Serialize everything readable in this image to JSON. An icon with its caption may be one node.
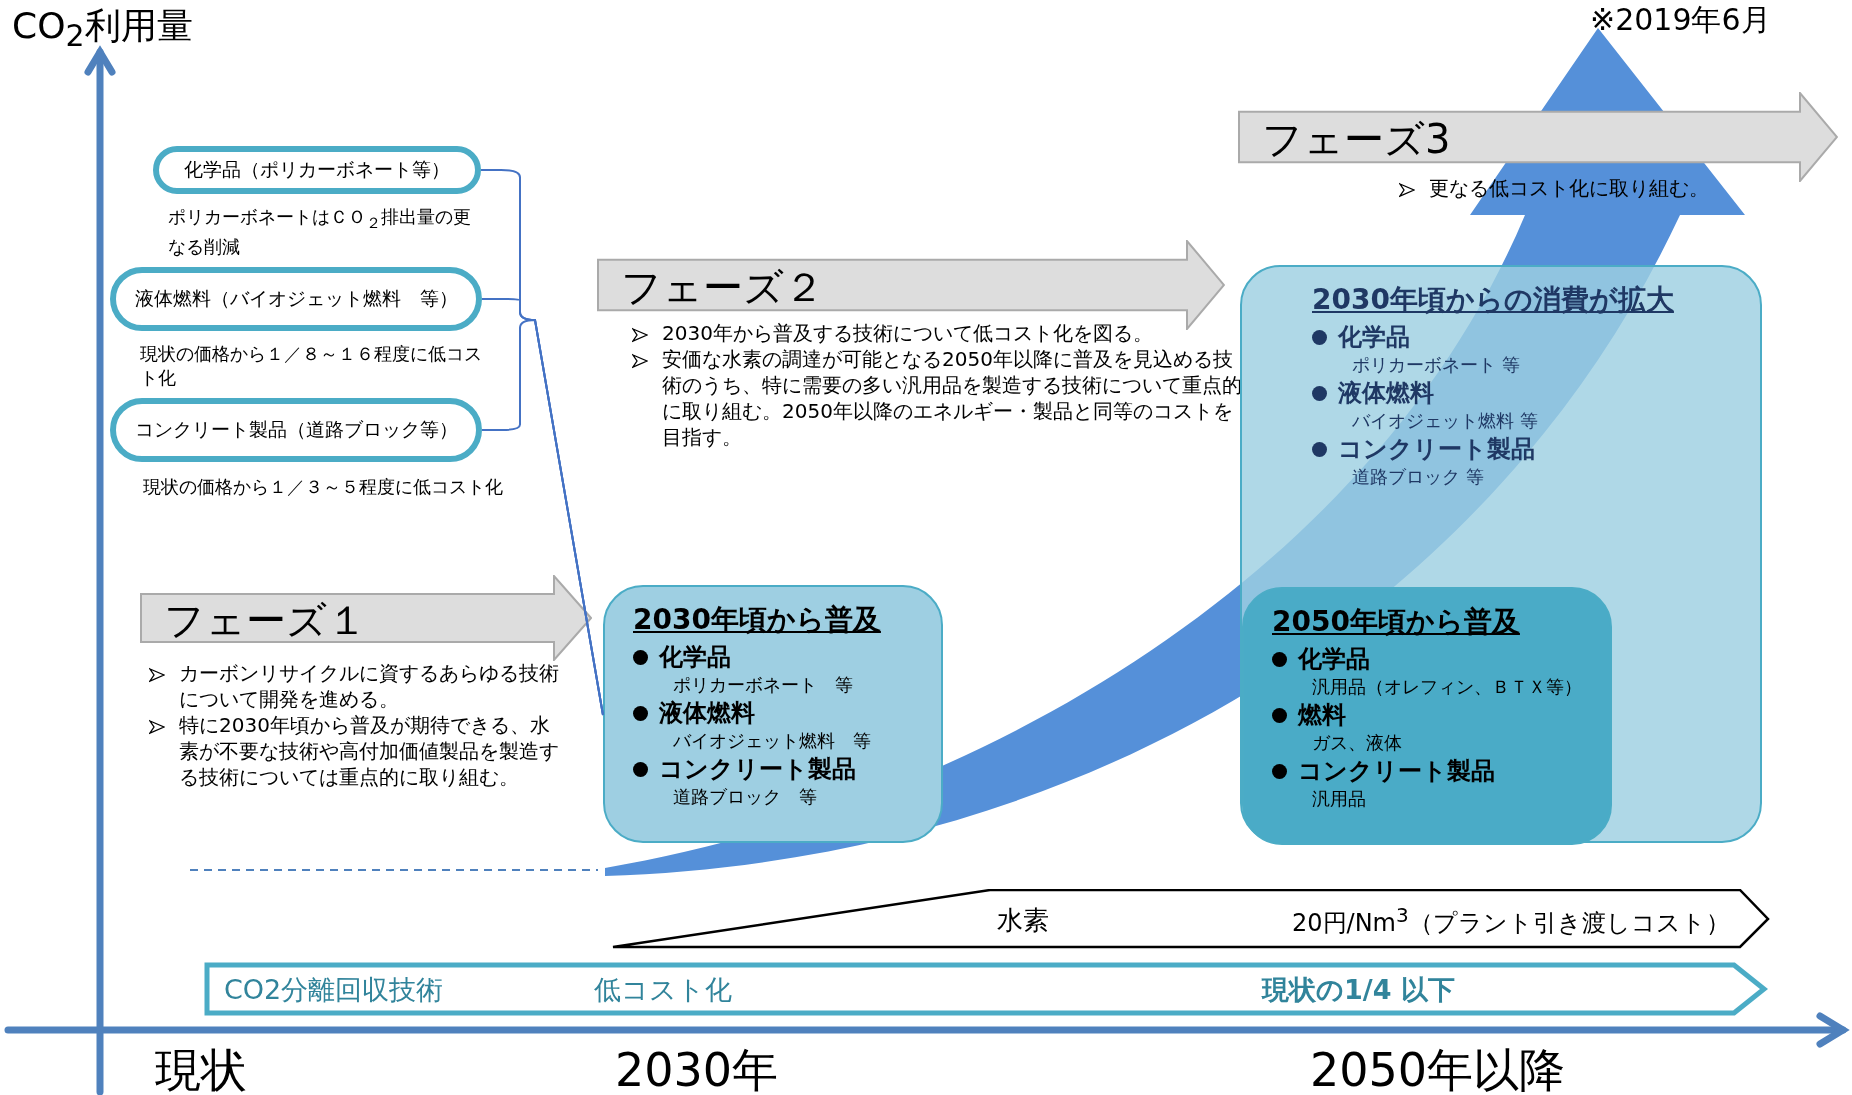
{
  "diagram": {
    "nodes": [
      {
        "text": [
          "化学品（ポリカーボネート等）"
        ],
        "beside": [
          "ポリカーボネートはＣＯ$_{２}$排出量の更なる削減"
        ]
      },
      {
        "text": [
          "液体燃料（バイオジェット燃料　等）"
        ],
        "beside": [
          "現状の価格から１／８～１６程度に低コスト化"
        ]
      },
      {
        "text": [
          "コンクリート製品（道路ブロック等）"
        ],
        "beside": [
          "現状の価格から１／３～５程度に低コスト化"
        ]
      },
      {
        "text": [
          "フェーズ１"
        ],
        "beside": [
          "カーボンリサイクルに資するあらゆる技術について開発を進める。",
          "特に2030年頃から普及が期待できる、水素が不要な技術や高付加価値製品を製造する技術については重点的に取り組む。"
        ]
      },
      {
        "text": [
          "フェーズ２"
        ],
        "beside": [
          "2030年から普及する技術について低コスト化を図る。",
          "安価な水素の調達が可能となる2050年以降に普及を見込める技術のうち、特に需要の多い汎用品を製造する技術について重点的に取り組む。2050年以降のエネルギー・製品と同等のコストを目指す。"
        ]
      },
      {
        "text": [
          "フェーズ3"
        ],
        "beside": [
          "更なる低コスト化に取り組む。"
        ]
      },
      {
        "text": [
          "2030年頃から普及",
          "化学品",
          "ポリカーボネート　等",
          "液体燃料",
          "バイオジェット燃料　等",
          "コンクリート製品",
          "道路ブロック　等"
        ]
      },
      {
        "text": [
          "2030年頃からの消費が拡大",
          "化学品",
          "ポリカーボネート 等",
          "液体燃料",
          "バイオジェット燃料 等",
          "コンクリート製品",
          "道路ブロック 等"
        ]
      },
      {
        "text": [
          "2050年頃から普及",
          "化学品",
          "汎用品（オレフィン、ＢＴＸ等）",
          "燃料",
          "ガス、液体",
          "コンクリート製品",
          "汎用品"
        ],
        "in": 7
      },
      {
        "text": [
          "水素",
          "20円/Nm$^{3}$（プラント引き渡しコスト）"
        ]
      },
      {
        "text": [
          "CO2分離回収技術",
          "低コスト化",
          "現状の1/4 以下"
        ]
      }
    ],
    "edges": [
      {
        "from": 0,
        "to": 6,
        "arrow": "none"
      },
      {
        "from": 1,
        "to": 6,
        "arrow": "none"
      },
      {
        "from": 2,
        "to": 6,
        "arrow": "none"
      }
    ],
    "labels": [
      "CO$_{2}$利用量",
      "※2019年6月",
      "現状",
      "2030年",
      "2050年以降"
    ]
  }
}
